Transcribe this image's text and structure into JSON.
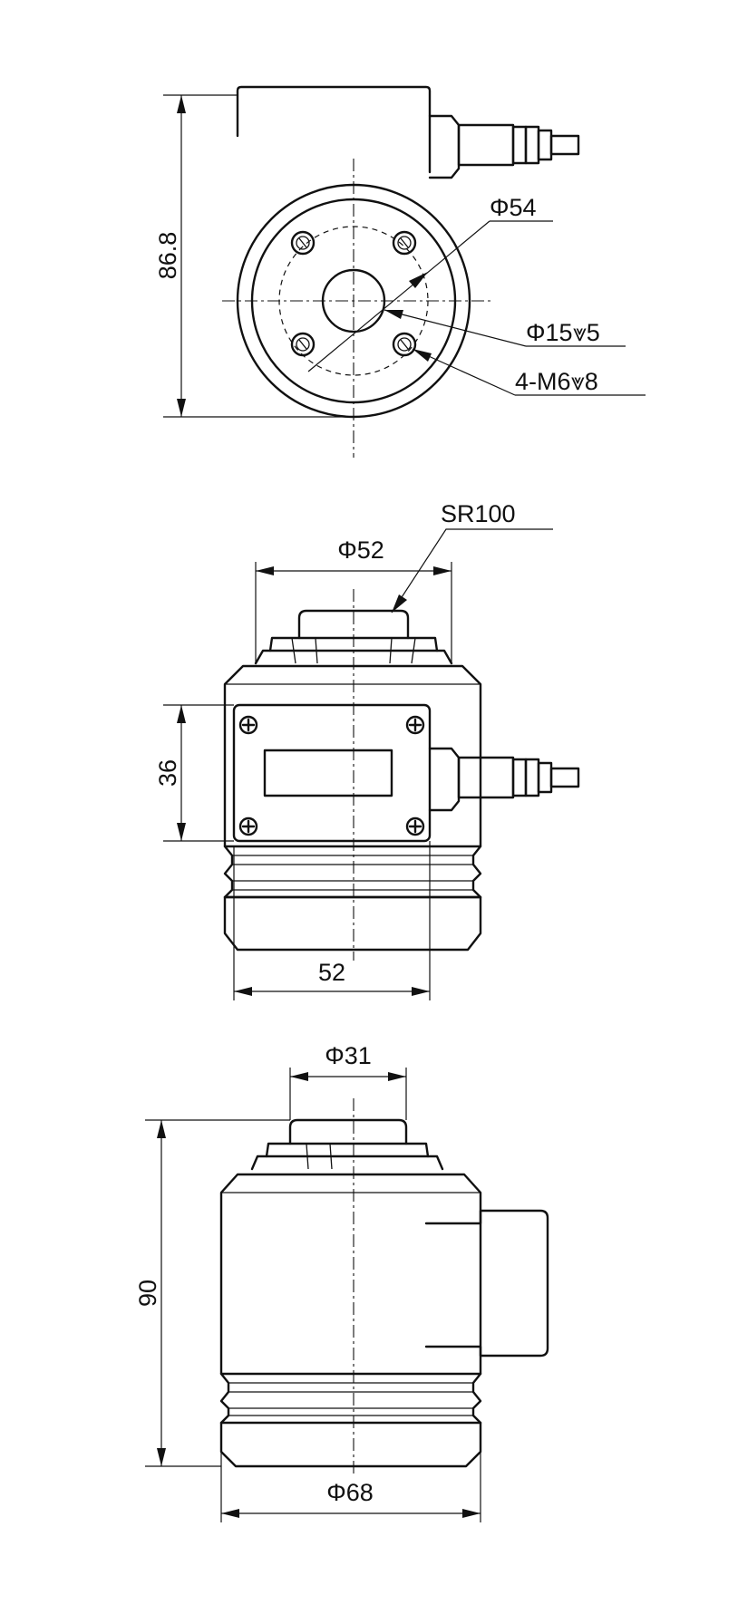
{
  "top_view": {
    "height_dim": "86.8",
    "bolt_circle_dia": "Φ54",
    "center_hole": "Φ15⩔5",
    "tapped_holes": "4-M6⩔8"
  },
  "front_view": {
    "radius_label": "SR100",
    "button_dia": "Φ52",
    "label_plate_height": "36",
    "body_width": "52"
  },
  "side_view": {
    "button_dia": "Φ31",
    "total_height": "90",
    "base_dia": "Φ68"
  }
}
